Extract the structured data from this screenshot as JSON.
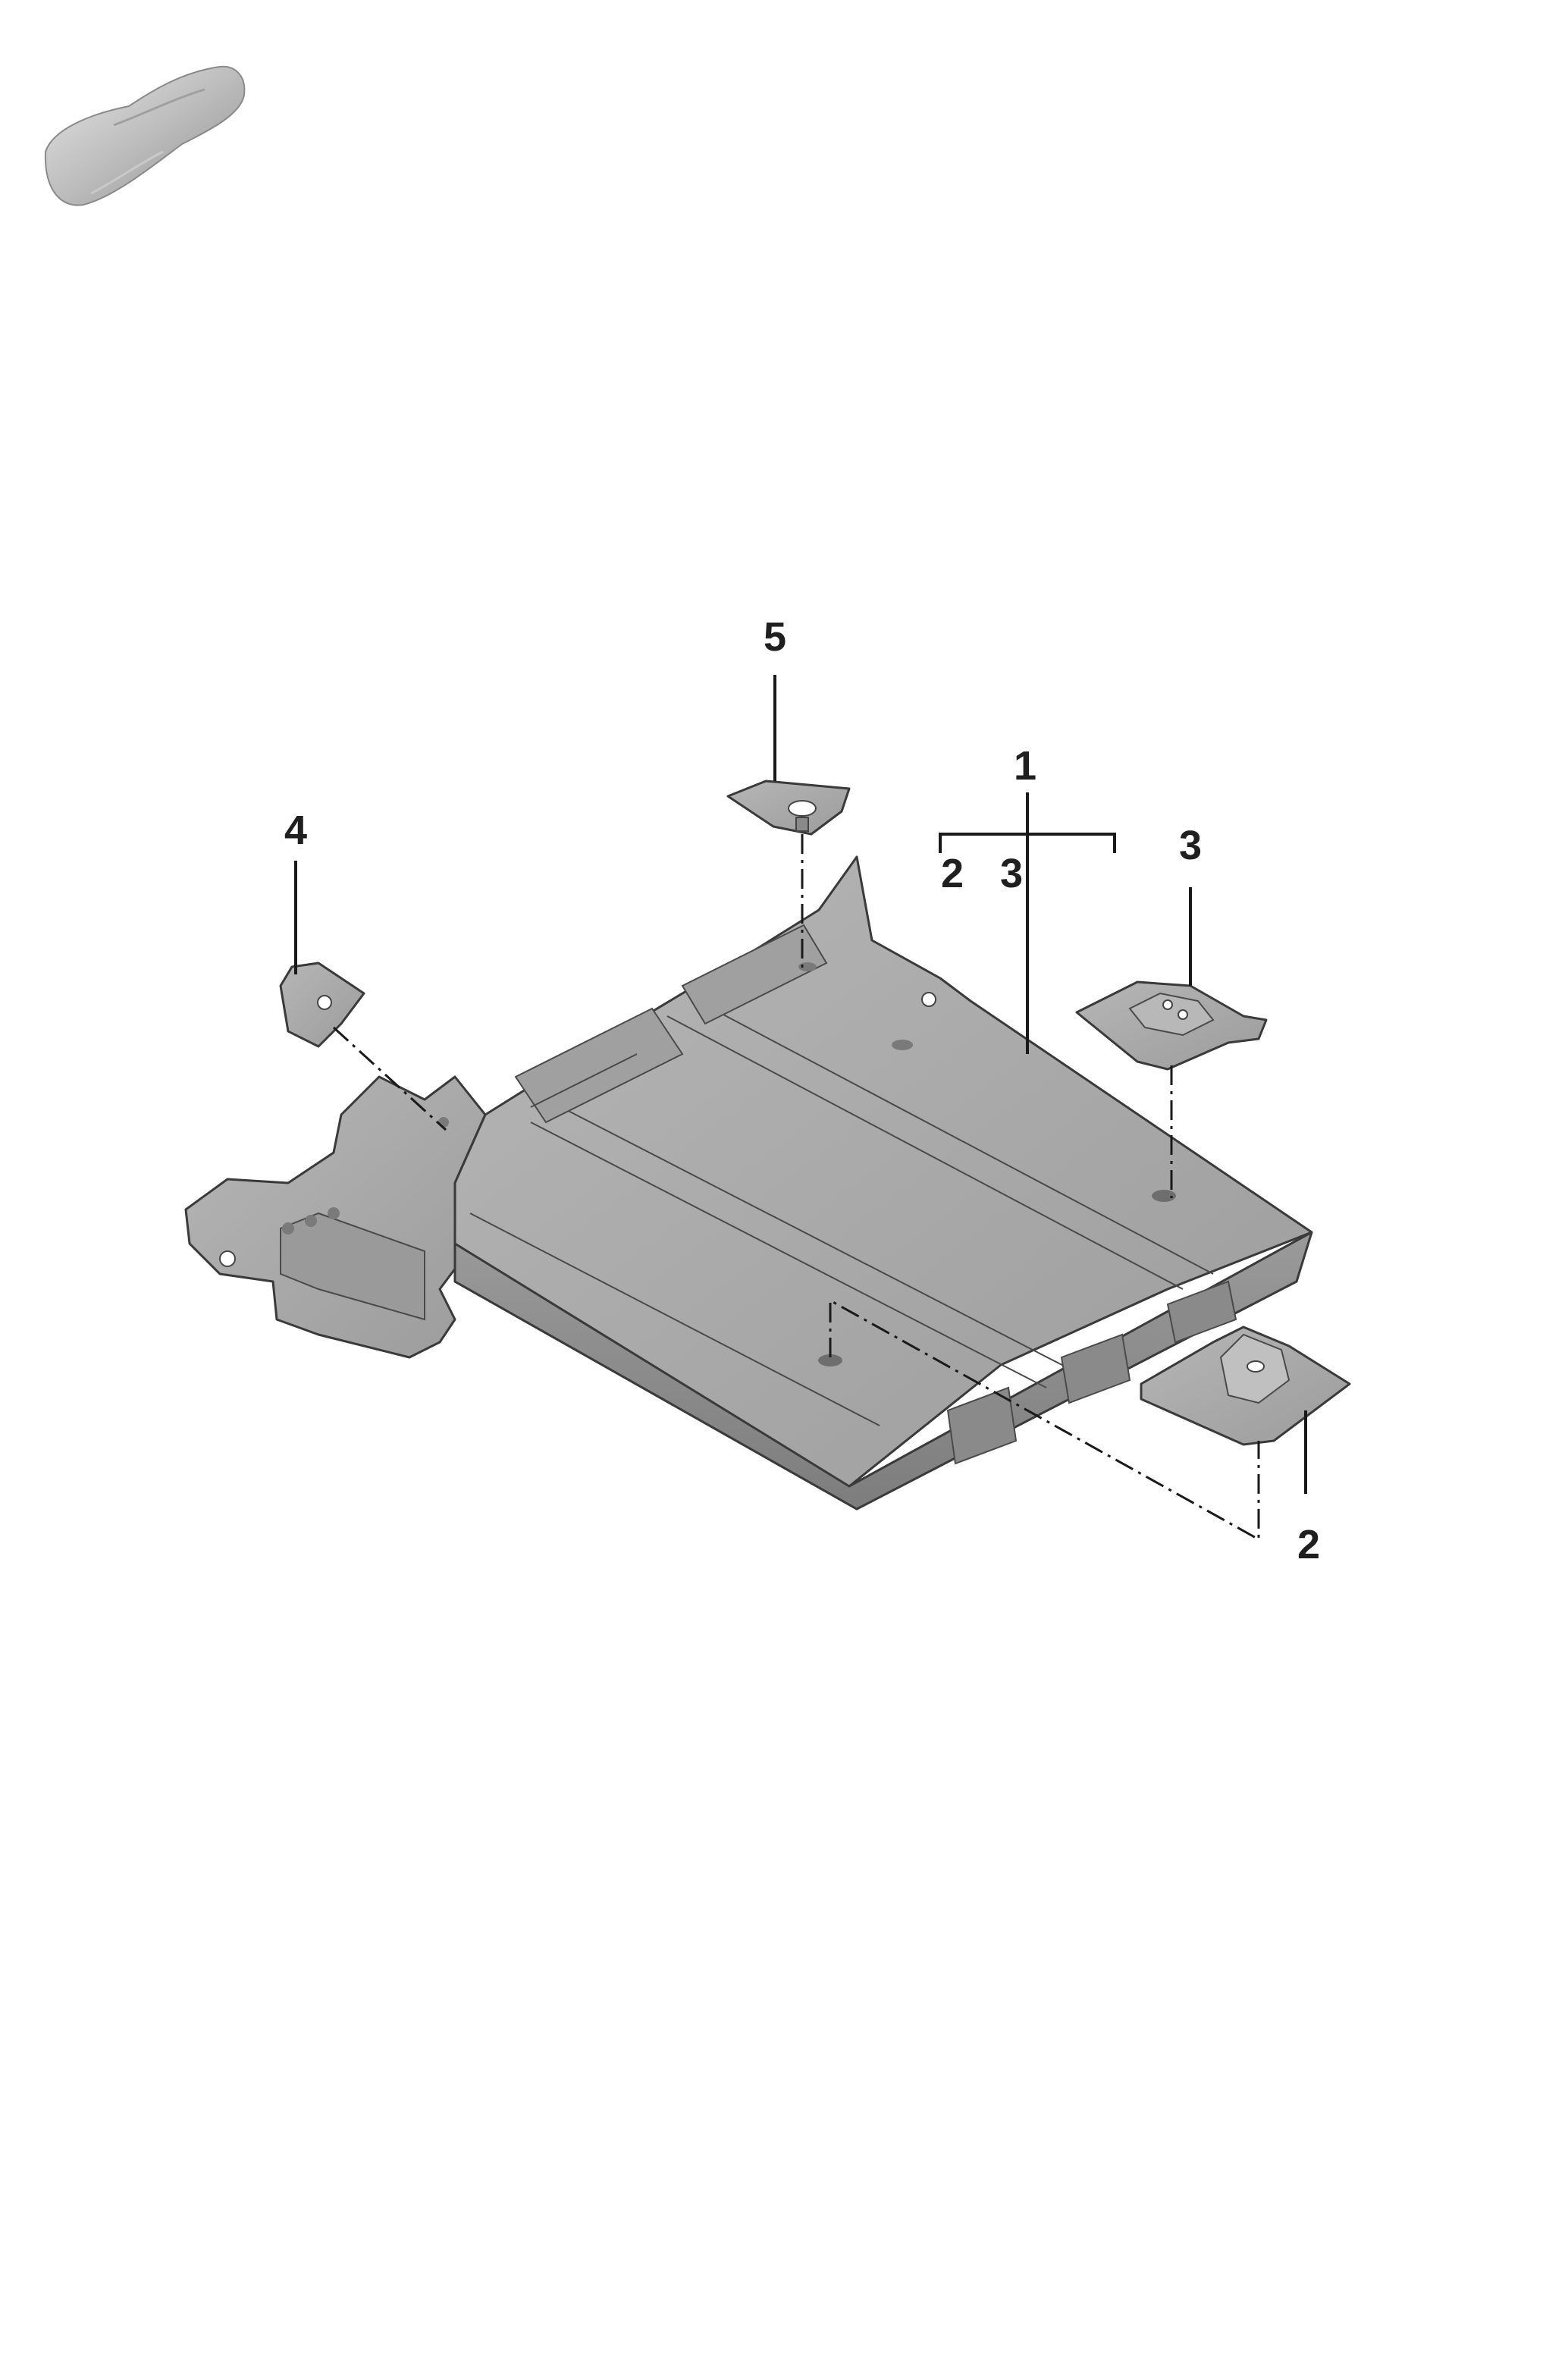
{
  "diagram": {
    "callouts": {
      "part_1": "1",
      "part_1_sub_a": "2",
      "part_1_sub_b": "3",
      "part_2": "2",
      "part_3": "3",
      "part_4": "4",
      "part_5": "5"
    },
    "icons": {
      "vehicle_thumbnail": "car-silhouette-icon"
    },
    "colors": {
      "part_fill": "#a9a9a9",
      "part_shadow": "#8e8e8e",
      "part_light": "#c6c6c6",
      "line": "#1a1a1a"
    }
  }
}
